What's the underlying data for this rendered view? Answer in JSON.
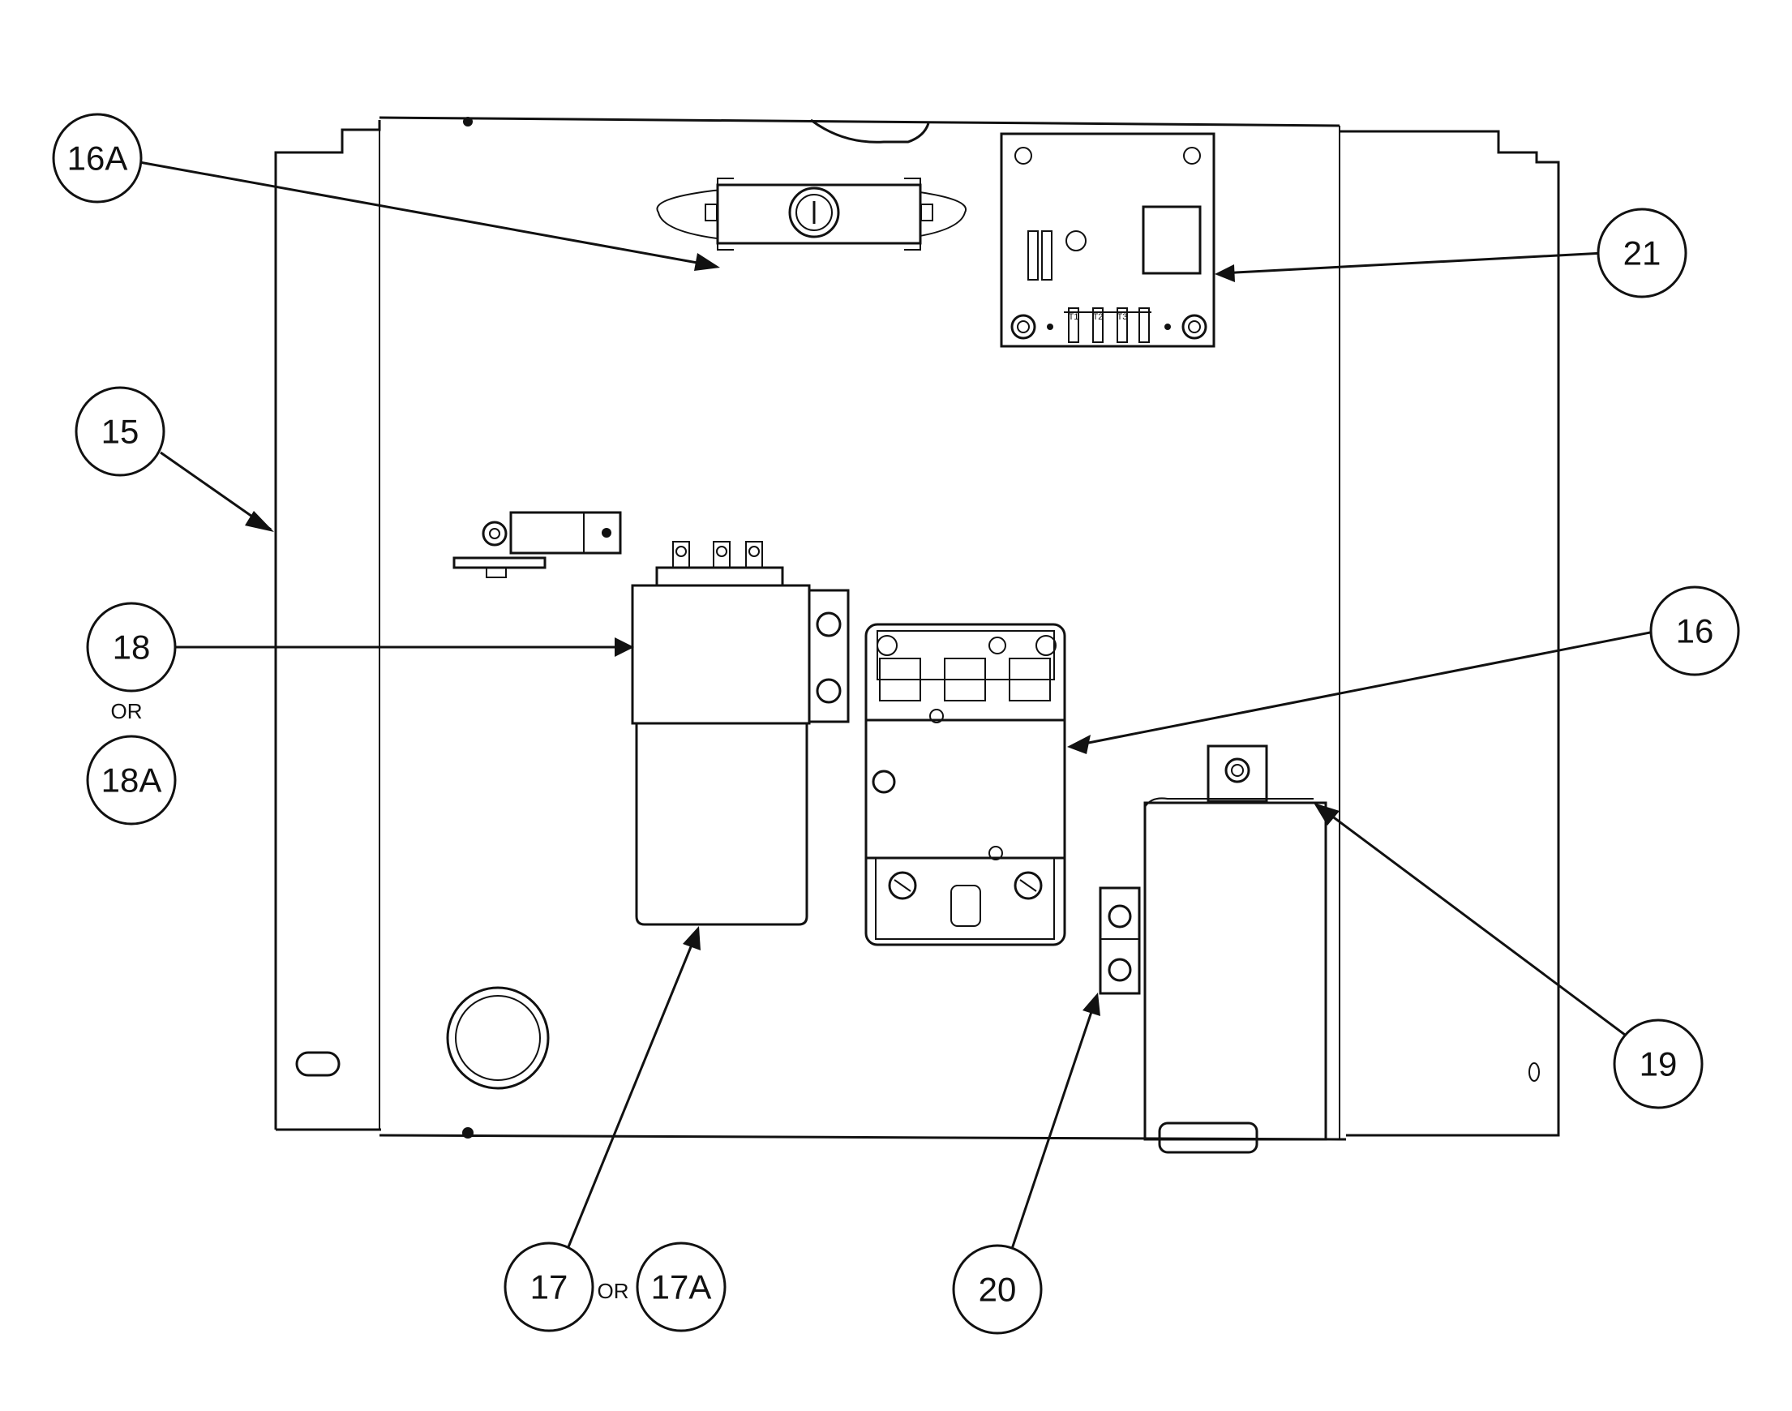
{
  "callouts": {
    "c16a": "16A",
    "c21": "21",
    "c15": "15",
    "c18": "18",
    "c18_or": "OR",
    "c18a": "18A",
    "c16": "16",
    "c19": "19",
    "c17": "17",
    "c17_or": "OR",
    "c17a": "17A",
    "c20": "20"
  },
  "components": {
    "control_board_labels": [
      "T1",
      "T2",
      "T3"
    ]
  },
  "colors": {
    "line": "#111111",
    "background": "#ffffff"
  }
}
